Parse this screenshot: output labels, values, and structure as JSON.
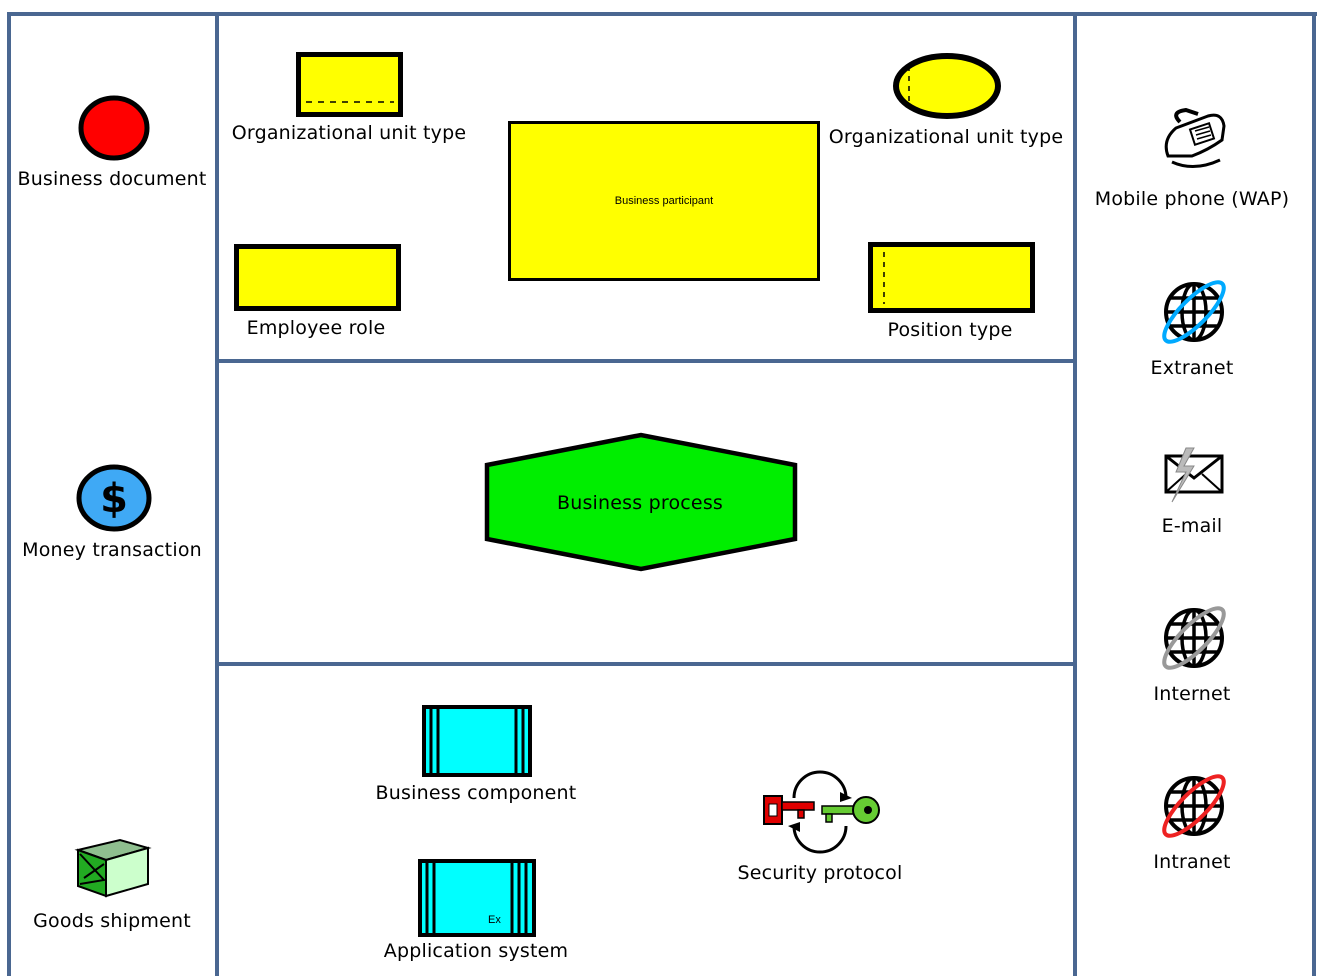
{
  "left_column": {
    "business_document": "Business document",
    "money_transaction": "Money transaction",
    "goods_shipment": "Goods shipment"
  },
  "top_panel": {
    "org_unit_type_rect": "Organizational unit type",
    "org_unit_type_ellipse": "Organizational unit type",
    "business_participant": "Business participant",
    "employee_role": "Employee role",
    "position_type": "Position type"
  },
  "middle_panel": {
    "business_process": "Business process"
  },
  "bottom_panel": {
    "business_component": "Business component",
    "application_system": "Application system",
    "application_system_tag": "Ex",
    "security_protocol": "Security protocol"
  },
  "right_column": {
    "mobile_phone": "Mobile phone (WAP)",
    "extranet": "Extranet",
    "email": "E-mail",
    "internet": "Internet",
    "intranet": "Intranet"
  },
  "colors": {
    "frame": "#4a6791",
    "yellow": "#ffff00",
    "green": "#00ee00",
    "cyan": "#00ffff",
    "red": "#ff0000",
    "blue": "#3fa9f5"
  },
  "icons": [
    "phone-icon",
    "globe-extranet-icon",
    "email-icon",
    "globe-internet-icon",
    "globe-intranet-icon",
    "dollar-icon",
    "package-icon",
    "key-icon"
  ]
}
